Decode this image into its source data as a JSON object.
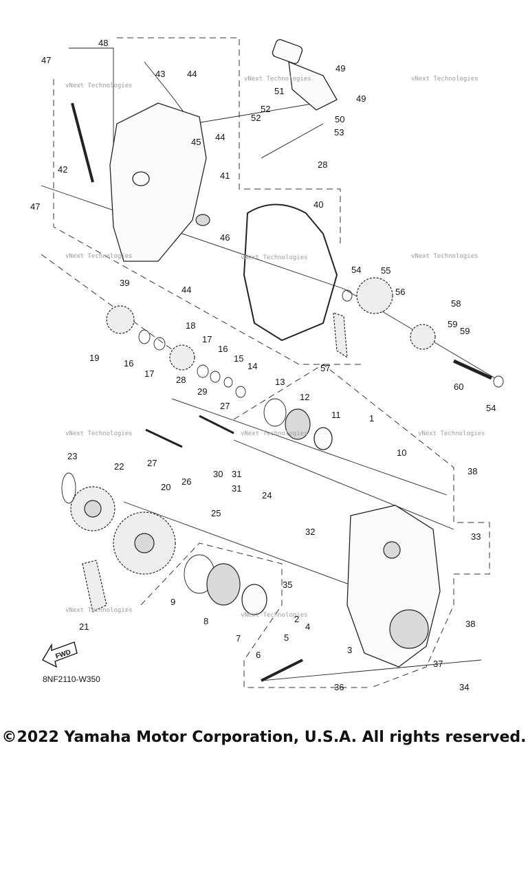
{
  "diagram_code": "8NF2110-W350",
  "fwd_label": "FWD",
  "watermark": "vNext Technologies",
  "copyright": "©2022 Yamaha Motor Corporation, U.S.A. All rights reserved.",
  "callouts": [
    "1",
    "2",
    "3",
    "4",
    "5",
    "6",
    "7",
    "8",
    "9",
    "10",
    "11",
    "12",
    "13",
    "14",
    "15",
    "16",
    "16",
    "17",
    "17",
    "18",
    "19",
    "20",
    "21",
    "22",
    "23",
    "24",
    "25",
    "26",
    "27",
    "27",
    "28",
    "28",
    "29",
    "30",
    "31",
    "31",
    "32",
    "33",
    "34",
    "35",
    "36",
    "37",
    "38",
    "38",
    "39",
    "40",
    "41",
    "42",
    "43",
    "44",
    "44",
    "44",
    "45",
    "46",
    "47",
    "47",
    "48",
    "49",
    "49",
    "50",
    "51",
    "52",
    "52",
    "53",
    "54",
    "54",
    "55",
    "56",
    "57",
    "58",
    "59",
    "59",
    "60"
  ]
}
